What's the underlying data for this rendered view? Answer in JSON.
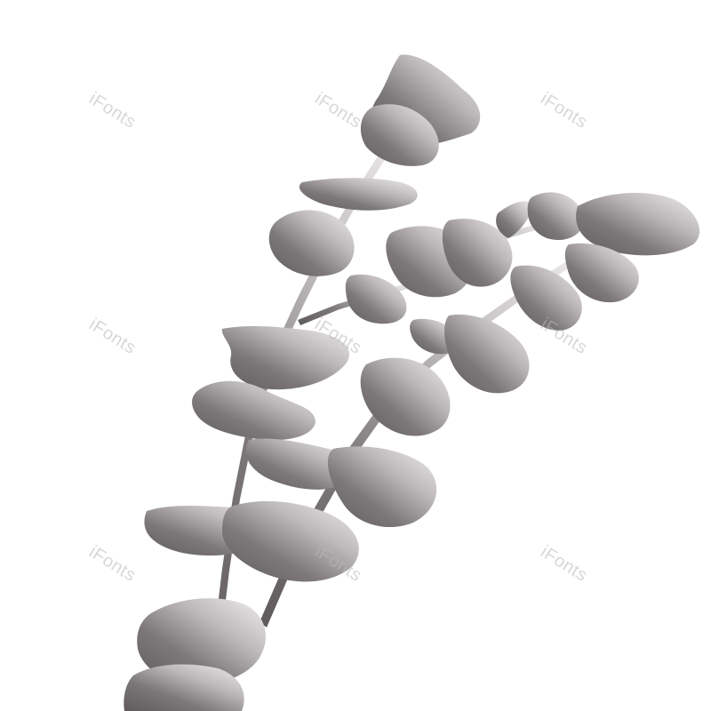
{
  "image": {
    "background_color": "#ffffff",
    "shadow_color_dark": "#5f5b5c",
    "shadow_color_light": "#ece9ea",
    "watermark_color": "#b8b8b8"
  },
  "watermarks": [
    {
      "text": "iFonts"
    },
    {
      "text": "iFonts"
    },
    {
      "text": "iFonts"
    },
    {
      "text": "iFonts"
    },
    {
      "text": "iFonts"
    },
    {
      "text": "iFonts"
    },
    {
      "text": "iFonts"
    },
    {
      "text": "iFonts"
    },
    {
      "text": "iFonts"
    }
  ]
}
